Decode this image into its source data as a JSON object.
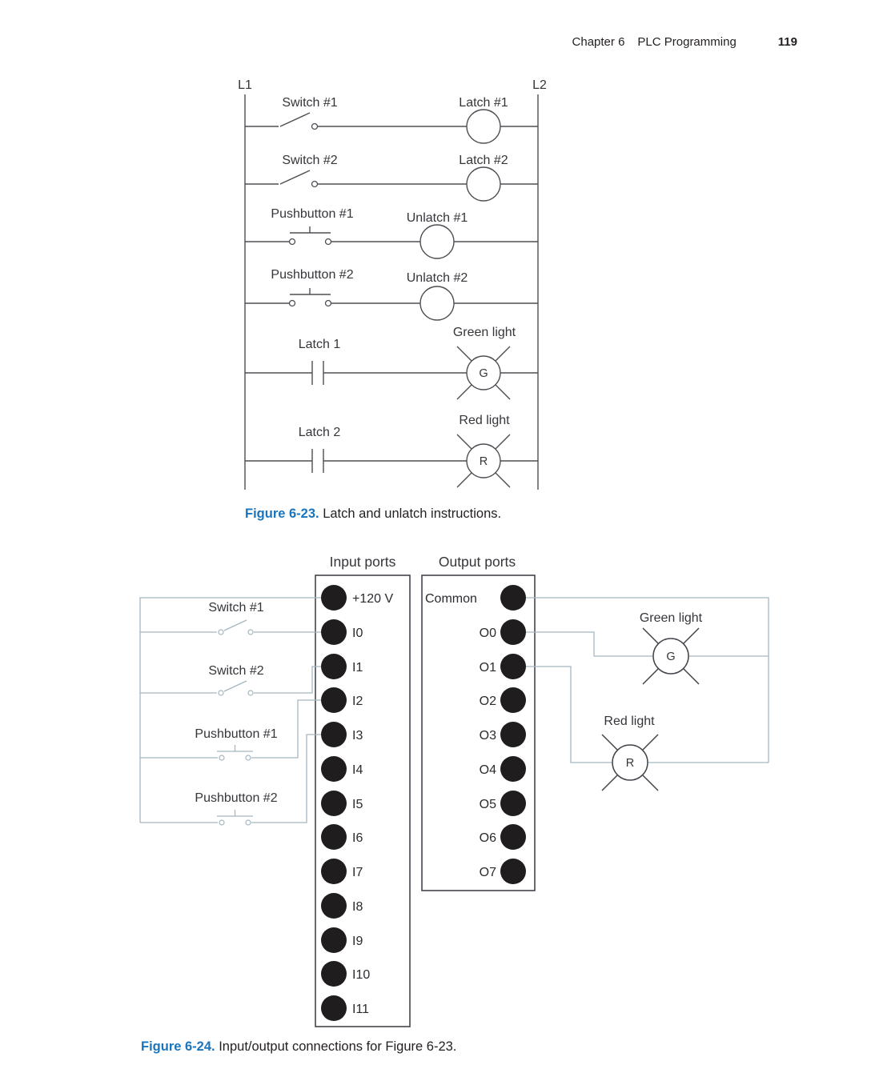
{
  "header": {
    "chapter": "Chapter 6",
    "section": "PLC Programming",
    "page_number": "119"
  },
  "figure_6_23": {
    "left_rail_label": "L1",
    "right_rail_label": "L2",
    "rung1": {
      "contact": "Switch #1",
      "coil": "Latch #1"
    },
    "rung2": {
      "contact": "Switch #2",
      "coil": "Latch #2"
    },
    "rung3": {
      "contact": "Pushbutton #1",
      "coil": "Unlatch #1"
    },
    "rung4": {
      "contact": "Pushbutton #2",
      "coil": "Unlatch #2"
    },
    "rung5": {
      "contact": "Latch 1",
      "output": "Green light",
      "lamp_letter": "G"
    },
    "rung6": {
      "contact": "Latch 2",
      "output": "Red light",
      "lamp_letter": "R"
    },
    "caption": {
      "label": "Figure 6-23.",
      "text": " Latch and unlatch instructions."
    }
  },
  "figure_6_24": {
    "input_ports_title": "Input ports",
    "output_ports_title": "Output ports",
    "input_ports": [
      "+120 V",
      "I0",
      "I1",
      "I2",
      "I3",
      "I4",
      "I5",
      "I6",
      "I7",
      "I8",
      "I9",
      "I10",
      "I11"
    ],
    "output_ports": [
      "Common",
      "O0",
      "O1",
      "O2",
      "O3",
      "O4",
      "O5",
      "O6",
      "O7"
    ],
    "devices": {
      "switch1": "Switch #1",
      "switch2": "Switch #2",
      "pushbutton1": "Pushbutton #1",
      "pushbutton2": "Pushbutton #2"
    },
    "lights": {
      "green": {
        "label": "Green light",
        "letter": "G"
      },
      "red": {
        "label": "Red light",
        "letter": "R"
      }
    },
    "caption": {
      "label": "Figure 6-24.",
      "text": " Input/output connections for Figure 6-23."
    }
  },
  "colors": {
    "caption_accent": "#1a75bc",
    "body_text": "#231f20",
    "ladder_line": "#4e4e55",
    "wire": "#a4b6c0",
    "port_fill": "#201d1e"
  }
}
